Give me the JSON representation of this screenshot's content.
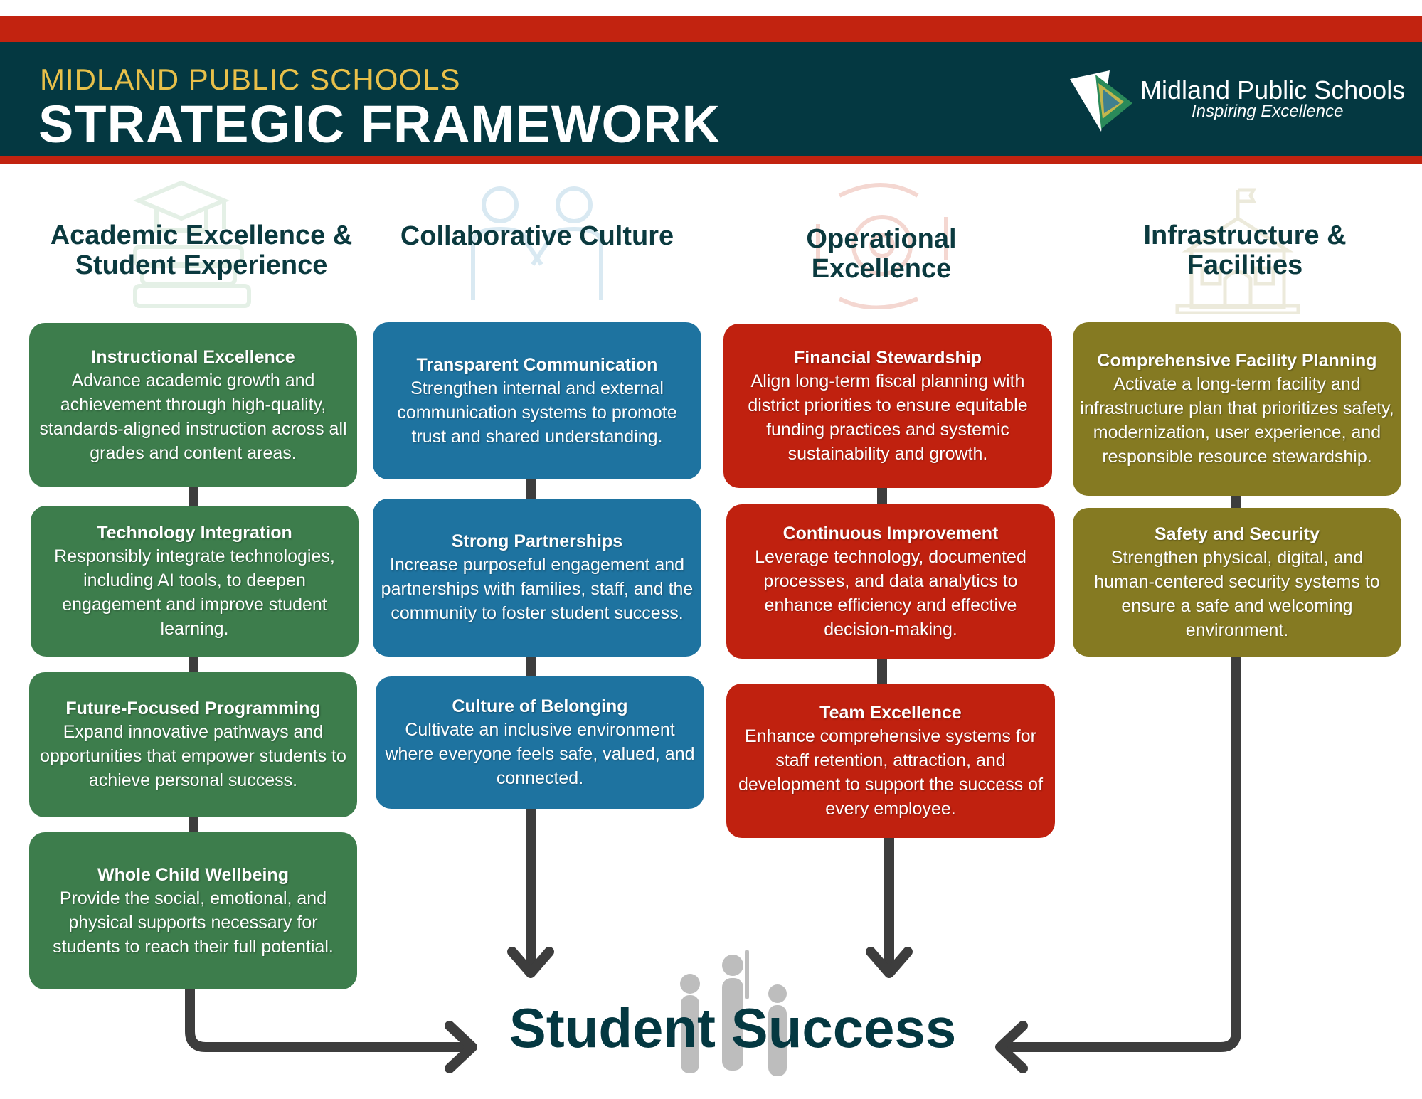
{
  "header": {
    "supertitle": "MIDLAND PUBLIC SCHOOLS",
    "title": "STRATEGIC FRAMEWORK",
    "logo_name": "Midland Public Schools",
    "logo_tagline": "Inspiring Excellence"
  },
  "colors": {
    "band": "#c22310",
    "header": "#043841",
    "green": "#3d7d4c",
    "blue": "#1e73a0",
    "red": "#c0210f",
    "olive": "#857a22"
  },
  "columns": [
    {
      "heading": "Academic Excellence & Student Experience",
      "icon": "graduation-books-icon",
      "items": [
        {
          "title": "Instructional Excellence",
          "text": "Advance academic growth and achievement through high-quality, standards-aligned instruction across all grades and content areas."
        },
        {
          "title": "Technology Integration",
          "text": "Responsibly integrate technologies, including AI tools, to deepen engagement and improve student learning."
        },
        {
          "title": "Future-Focused Programming",
          "text": "Expand innovative pathways and opportunities that empower students to achieve personal success."
        },
        {
          "title": "Whole Child Wellbeing",
          "text": "Provide the social, emotional, and physical supports necessary for students to reach their full potential."
        }
      ]
    },
    {
      "heading": "Collaborative Culture",
      "icon": "people-handshake-icon",
      "items": [
        {
          "title": "Transparent Communication",
          "text": "Strengthen internal and external communication systems to promote trust and shared understanding."
        },
        {
          "title": "Strong Partnerships",
          "text": "Increase purposeful engagement and partnerships with families, staff, and the community to foster student success."
        },
        {
          "title": "Culture of Belonging",
          "text": "Cultivate an inclusive environment where everyone feels safe, valued, and connected."
        }
      ]
    },
    {
      "heading": "Operational Excellence",
      "icon": "gear-cycle-icon",
      "items": [
        {
          "title": "Financial Stewardship",
          "text": "Align long-term fiscal planning with district priorities to ensure equitable funding practices and systemic sustainability and growth."
        },
        {
          "title": "Continuous Improvement",
          "text": "Leverage technology, documented processes, and data analytics to enhance efficiency and effective decision-making."
        },
        {
          "title": "Team Excellence",
          "text": "Enhance comprehensive systems for staff retention, attraction, and development to support the success of every employee."
        }
      ]
    },
    {
      "heading": "Infrastructure & Facilities",
      "icon": "schoolhouse-icon",
      "items": [
        {
          "title": "Comprehensive Facility Planning",
          "text": "Activate a long-term facility and infrastructure plan that prioritizes safety, modernization, user experience, and responsible resource stewardship."
        },
        {
          "title": "Safety and Security",
          "text": "Strengthen physical, digital, and human-centered security systems to ensure a safe and welcoming environment."
        }
      ]
    }
  ],
  "outcome": "Student Success"
}
